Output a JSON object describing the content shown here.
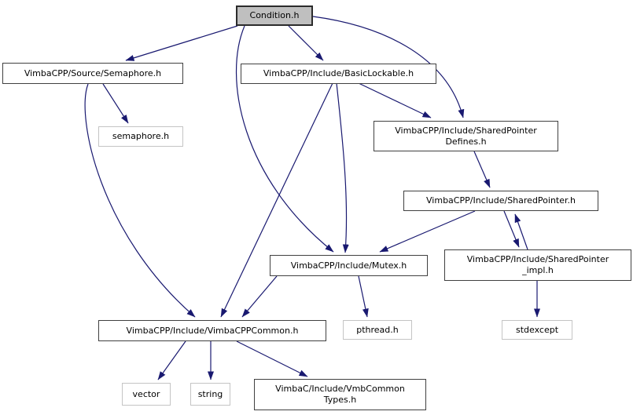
{
  "theme": {
    "background": "#ffffff",
    "edge_color": "#191970",
    "node_fill": "#ffffff",
    "node_border_color": "#404040",
    "external_border_color": "#c4c4c4",
    "current_node_fill": "#bfbfbf",
    "current_node_border_color": "#2b2b2b",
    "text_color": "#000000"
  },
  "nodes": {
    "condition": {
      "label": "Condition.h"
    },
    "semaphore_src": {
      "label": "VimbaCPP/Source/Semaphore.h"
    },
    "basic_lockable": {
      "label": "VimbaCPP/Include/BasicLockable.h"
    },
    "semaphore_ext": {
      "label": "semaphore.h"
    },
    "sp_defines": {
      "line1": "VimbaCPP/Include/SharedPointer",
      "line2": "Defines.h"
    },
    "shared_pointer": {
      "label": "VimbaCPP/Include/SharedPointer.h"
    },
    "sp_impl": {
      "line1": "VimbaCPP/Include/SharedPointer",
      "line2": "_impl.h"
    },
    "mutex": {
      "label": "VimbaCPP/Include/Mutex.h"
    },
    "vimbacpp_common": {
      "label": "VimbaCPP/Include/VimbaCPPCommon.h"
    },
    "pthread": {
      "label": "pthread.h"
    },
    "stdexcept": {
      "label": "stdexcept"
    },
    "vector": {
      "label": "vector"
    },
    "string": {
      "label": "string"
    },
    "vmb_common_types": {
      "line1": "VimbaC/Include/VmbCommon",
      "line2": "Types.h"
    }
  },
  "edges": [
    {
      "from": "Condition.h",
      "to": "VimbaCPP/Source/Semaphore.h"
    },
    {
      "from": "Condition.h",
      "to": "VimbaCPP/Include/BasicLockable.h"
    },
    {
      "from": "Condition.h",
      "to": "VimbaCPP/Include/SharedPointerDefines.h"
    },
    {
      "from": "Condition.h",
      "to": "VimbaCPP/Include/Mutex.h"
    },
    {
      "from": "VimbaCPP/Source/Semaphore.h",
      "to": "semaphore.h"
    },
    {
      "from": "VimbaCPP/Source/Semaphore.h",
      "to": "VimbaCPP/Include/VimbaCPPCommon.h"
    },
    {
      "from": "VimbaCPP/Include/BasicLockable.h",
      "to": "VimbaCPP/Include/SharedPointerDefines.h"
    },
    {
      "from": "VimbaCPP/Include/BasicLockable.h",
      "to": "VimbaCPP/Include/Mutex.h"
    },
    {
      "from": "VimbaCPP/Include/BasicLockable.h",
      "to": "VimbaCPP/Include/VimbaCPPCommon.h"
    },
    {
      "from": "VimbaCPP/Include/SharedPointerDefines.h",
      "to": "VimbaCPP/Include/SharedPointer.h"
    },
    {
      "from": "VimbaCPP/Include/SharedPointer.h",
      "to": "VimbaCPP/Include/Mutex.h"
    },
    {
      "from": "VimbaCPP/Include/SharedPointer.h",
      "to": "VimbaCPP/Include/SharedPointer_impl.h"
    },
    {
      "from": "VimbaCPP/Include/SharedPointer_impl.h",
      "to": "VimbaCPP/Include/SharedPointer.h"
    },
    {
      "from": "VimbaCPP/Include/SharedPointer_impl.h",
      "to": "stdexcept"
    },
    {
      "from": "VimbaCPP/Include/Mutex.h",
      "to": "VimbaCPP/Include/VimbaCPPCommon.h"
    },
    {
      "from": "VimbaCPP/Include/Mutex.h",
      "to": "pthread.h"
    },
    {
      "from": "VimbaCPP/Include/VimbaCPPCommon.h",
      "to": "vector"
    },
    {
      "from": "VimbaCPP/Include/VimbaCPPCommon.h",
      "to": "string"
    },
    {
      "from": "VimbaCPP/Include/VimbaCPPCommon.h",
      "to": "VimbaC/Include/VmbCommonTypes.h"
    }
  ]
}
